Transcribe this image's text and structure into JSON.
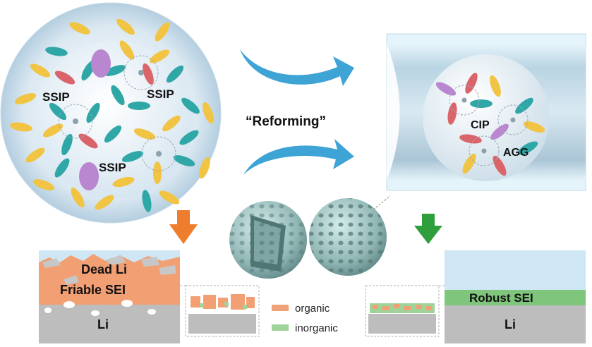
{
  "left_sphere": {
    "labels": [
      "SSIP",
      "SSIP",
      "SSIP"
    ]
  },
  "center": {
    "reforming_label": "“Reforming”"
  },
  "right_channel": {
    "labels": [
      "CIP",
      "AGG"
    ]
  },
  "bottom_left": {
    "dead_li": "Dead Li",
    "friable_sei": "Friable SEI",
    "li": "Li"
  },
  "bottom_right": {
    "robust_sei": "Robust SEI",
    "li": "Li"
  },
  "legend": {
    "items": [
      {
        "label": "organic",
        "color": "#f0a27a"
      },
      {
        "label": "inorganic",
        "color": "#9fd39a"
      }
    ]
  },
  "colors": {
    "yellow_solvent": "#f2c443",
    "teal_solvent": "#2fa7a7",
    "red_anion": "#d9656b",
    "purple_ion": "#b987cf",
    "arrow_blue": "#3ea4d6",
    "arrow_orange": "#ee7d2e",
    "arrow_green": "#2f9e3c",
    "sei_orange": "#f29f73",
    "li_gray": "#bdbdbd",
    "robust_green": "#7fc67c",
    "electrolyte_blue": "#cfe6f5"
  }
}
